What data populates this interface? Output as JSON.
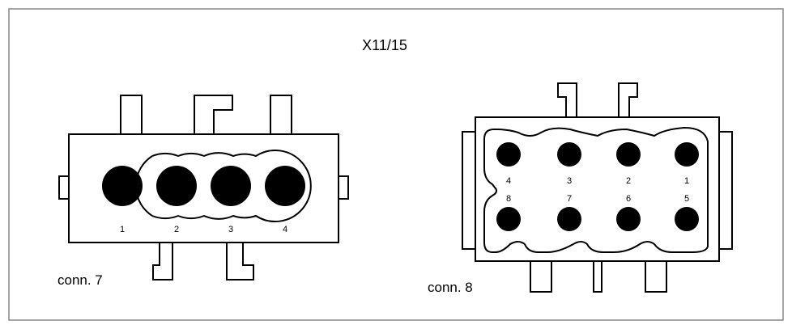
{
  "title": "X11/15",
  "connectors": [
    {
      "label": "conn. 7",
      "pins": [
        "1",
        "2",
        "3",
        "4"
      ]
    },
    {
      "label": "conn. 8",
      "pins_top": [
        "4",
        "3",
        "2",
        "1"
      ],
      "pins_bottom": [
        "8",
        "7",
        "6",
        "5"
      ]
    }
  ]
}
